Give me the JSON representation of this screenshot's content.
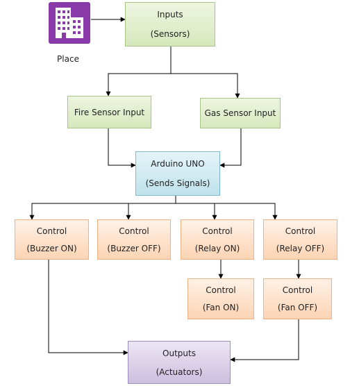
{
  "place": {
    "icon": "building-icon",
    "label": "Place",
    "color": "#8a3aa8"
  },
  "nodes": {
    "inputs": {
      "line1": "Inputs",
      "line2": "(Sensors)"
    },
    "fire_sensor": {
      "label": "Fire Sensor Input"
    },
    "gas_sensor": {
      "label": "Gas Sensor Input"
    },
    "arduino": {
      "line1": "Arduino UNO",
      "line2": "(Sends Signals)"
    },
    "buzzer_on": {
      "line1": "Control",
      "line2": "(Buzzer ON)"
    },
    "buzzer_off": {
      "line1": "Control",
      "line2": "(Buzzer OFF)"
    },
    "relay_on": {
      "line1": "Control",
      "line2": "(Relay ON)"
    },
    "relay_off": {
      "line1": "Control",
      "line2": "(Relay OFF)"
    },
    "fan_on": {
      "line1": "Control",
      "line2": "(Fan ON)"
    },
    "fan_off": {
      "line1": "Control",
      "line2": "(Fan OFF)"
    },
    "outputs": {
      "line1": "Outputs",
      "line2": "(Actuators)"
    }
  },
  "colors": {
    "input_fill": "#d6e8bd",
    "processor_fill": "#bfe2ec",
    "control_fill": "#fcd4b4",
    "output_fill": "#cdbfe0",
    "connector": "#000000"
  }
}
